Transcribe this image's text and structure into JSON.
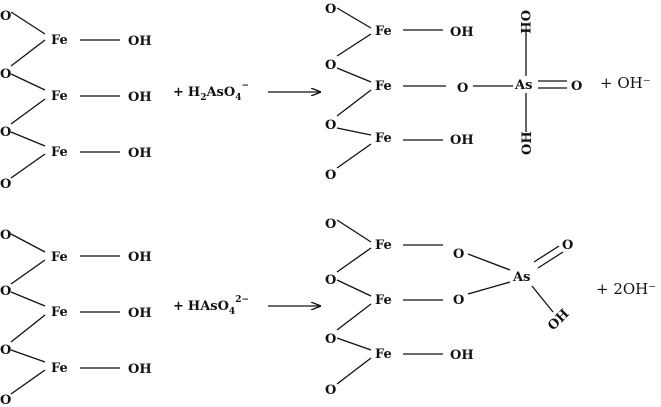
{
  "reaction_1": {
    "reactant": {
      "surface_o": [
        "O",
        "O",
        "O",
        "O"
      ],
      "fe": [
        "Fe",
        "Fe",
        "Fe"
      ],
      "oh": [
        "OH",
        "OH",
        "OH"
      ]
    },
    "reagent": {
      "sign": "+",
      "h": "H",
      "h_sub": "2",
      "as": "AsO",
      "o_sub": "4",
      "charge": "−"
    },
    "product": {
      "surface_o": [
        "O",
        "O",
        "O",
        "O"
      ],
      "fe": [
        "Fe",
        "Fe",
        "Fe"
      ],
      "oh": [
        "OH",
        "OH"
      ],
      "bridge_o": "O",
      "as": "As",
      "as_oh_top": "OH",
      "as_oh_bottom": "OH",
      "as_double_o": "O"
    },
    "byproduct": "+ OH⁻"
  },
  "reaction_2": {
    "reactant": {
      "surface_o": [
        "O",
        "O",
        "O",
        "O"
      ],
      "fe": [
        "Fe",
        "Fe",
        "Fe"
      ],
      "oh": [
        "OH",
        "OH",
        "OH"
      ]
    },
    "reagent": {
      "sign": "+",
      "as": "HAsO",
      "o_sub": "4",
      "charge": "2−"
    },
    "product": {
      "surface_o": [
        "O",
        "O",
        "O",
        "O"
      ],
      "fe": [
        "Fe",
        "Fe",
        "Fe"
      ],
      "oh": [
        "OH"
      ],
      "bridge_o": [
        "O",
        "O"
      ],
      "as": "As",
      "as_double_o": "O",
      "as_oh": "OH"
    },
    "byproduct": "+ 2OH⁻"
  }
}
